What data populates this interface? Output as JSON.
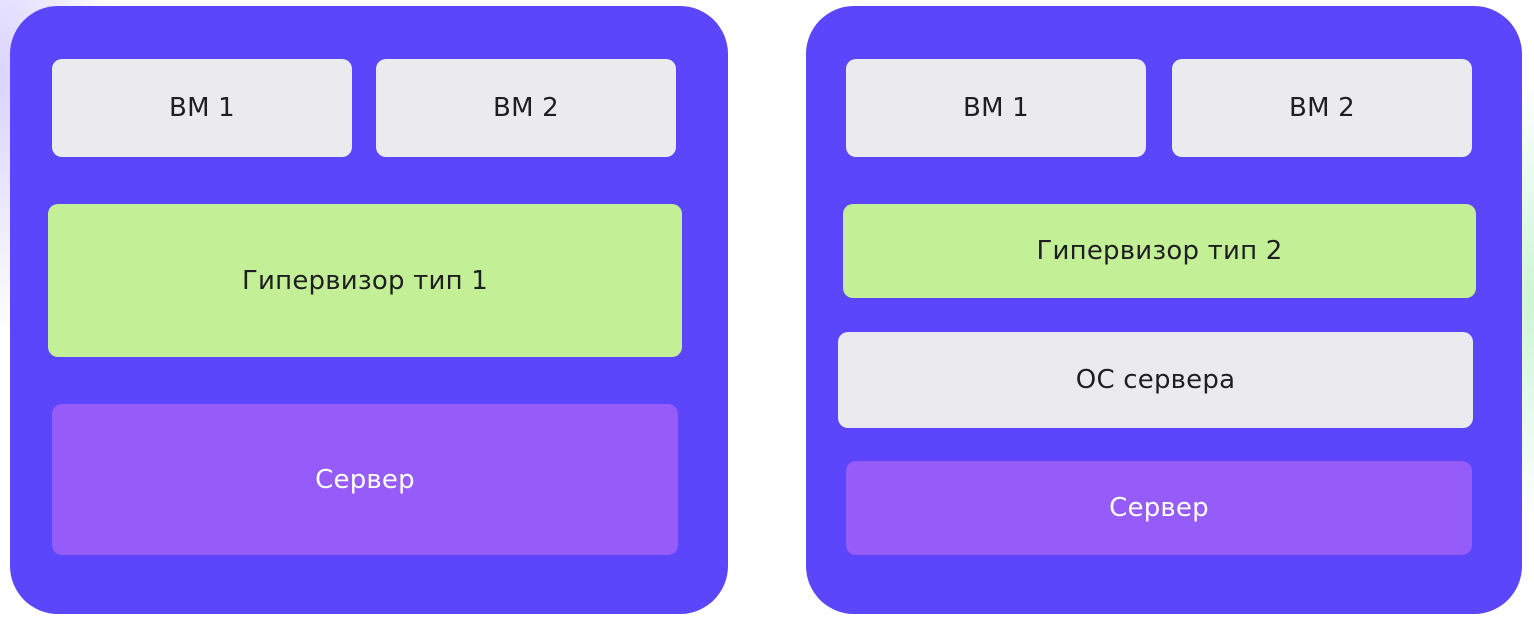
{
  "diagrams": [
    {
      "vm1": "ВМ 1",
      "vm2": "ВМ 2",
      "hypervisor": "Гипервизор тип 1",
      "server": "Сервер"
    },
    {
      "vm1": "ВМ 1",
      "vm2": "ВМ 2",
      "hypervisor": "Гипервизор тип 2",
      "os": "ОС сервера",
      "server": "Сервер"
    }
  ],
  "colors": {
    "panel": "#5b46fb",
    "vm_block": "#ebebef",
    "hypervisor_block": "#c3ef96",
    "server_block": "#965cf9",
    "server_text": "#ffffff"
  }
}
